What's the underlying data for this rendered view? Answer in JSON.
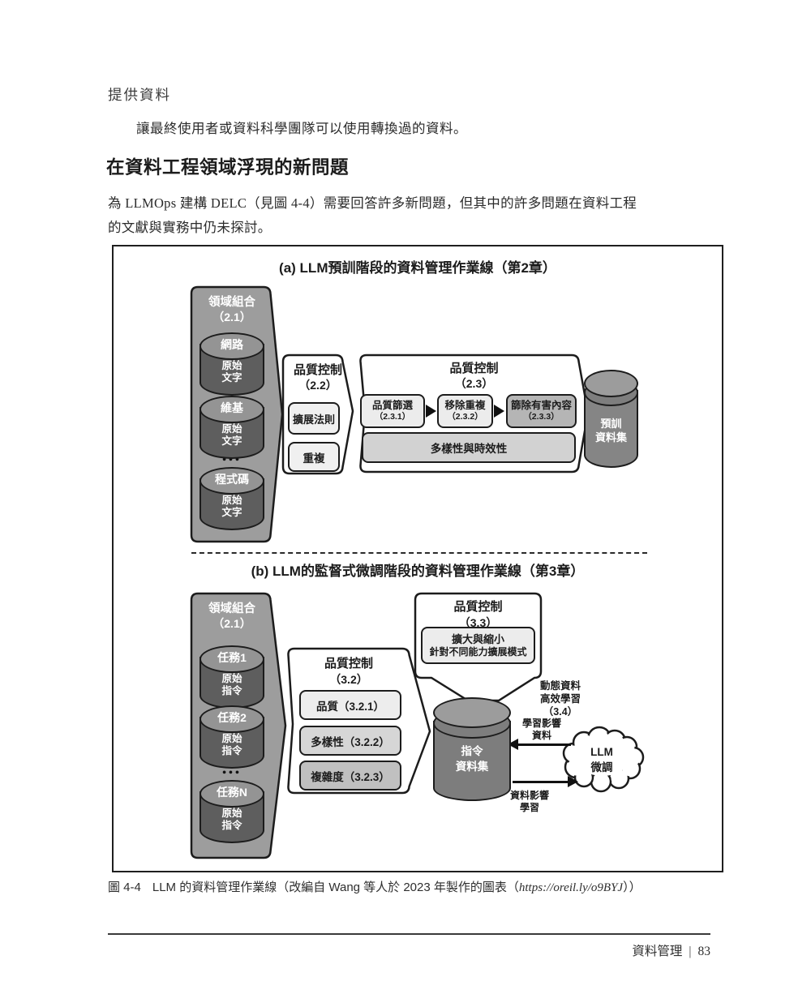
{
  "page": {
    "intro_term": "提供資料",
    "intro_definition": "讓最終使用者或資料科學團隊可以使用轉換過的資料。",
    "section_heading": "在資料工程領域浮現的新問題",
    "paragraph_line1": "為 LLMOps 建構 DELC（見圖 4-4）需要回答許多新問題，但其中的許多問題在資料工程",
    "paragraph_line2": "的文獻與實務中仍未探討。",
    "caption_prefix": "圖 4-4",
    "caption_text": "LLM 的資料管理作業線（改編自 Wang 等人於 2023 年製作的圖表（",
    "caption_url": "https://oreil.ly/o9BYJ",
    "caption_suffix": "））",
    "footer_section": "資料管理",
    "footer_separator": "|",
    "footer_page": "83"
  },
  "figure": {
    "part_a": {
      "title": "(a) LLM預訓階段的資料管理作業線（第2章）",
      "domain_group": {
        "label": "領域組合",
        "number": "（2.1）",
        "ellipsis": "•••",
        "cylinders": [
          {
            "name": "網路",
            "body_line1": "原始",
            "body_line2": "文字"
          },
          {
            "name": "維基",
            "body_line1": "原始",
            "body_line2": "文字"
          },
          {
            "name": "程式碼",
            "body_line1": "原始",
            "body_line2": "文字"
          }
        ]
      },
      "qc22": {
        "title": "品質控制",
        "number": "（2.2）",
        "item1": "擴展法則",
        "item2": "重複"
      },
      "qc23": {
        "title": "品質控制",
        "number": "（2.3）",
        "step1_label": "品質篩選",
        "step1_number": "（2.3.1）",
        "step2_label": "移除重複",
        "step2_number": "（2.3.2）",
        "step3_label": "篩除有害內容",
        "step3_number": "（2.3.3）",
        "bar": "多樣性與時效性"
      },
      "output_db": {
        "line1": "預訓",
        "line2": "資料集"
      }
    },
    "part_b": {
      "title": "(b) LLM的監督式微調階段的資料管理作業線（第3章）",
      "domain_group": {
        "label": "領域組合",
        "number": "（2.1）",
        "ellipsis": "•••",
        "cylinders": [
          {
            "name": "任務1",
            "body_line1": "原始",
            "body_line2": "指令"
          },
          {
            "name": "任務2",
            "body_line1": "原始",
            "body_line2": "指令"
          },
          {
            "name": "任務N",
            "body_line1": "原始",
            "body_line2": "指令"
          }
        ]
      },
      "qc32": {
        "title": "品質控制",
        "number": "（3.2）",
        "item1": "品質（3.2.1）",
        "item2": "多樣性（3.2.2）",
        "item3": "複雜度（3.2.3）"
      },
      "qc33": {
        "title": "品質控制",
        "number": "（3.3）",
        "box_line1": "擴大與縮小",
        "box_line2": "針對不同能力擴展模式"
      },
      "db": {
        "line1": "指令",
        "line2": "資料集"
      },
      "cloud": {
        "line1": "LLM",
        "line2": "微調"
      },
      "annotations": {
        "dyn1": "動態資料",
        "dyn2": "高效學習",
        "dyn3": "（3.4）",
        "learn1": "學習影響",
        "learn2": "資料",
        "data1": "資料影響",
        "data2": "學習"
      }
    },
    "colors": {
      "ink": "#1c1c1c",
      "container_gray": "#9d9d9d",
      "cylinder_top": "#949494",
      "cylinder_body": "#5e5e5e",
      "big_cylinder_top": "#9c9c9c",
      "big_cylinder_body": "#858585",
      "box_light": "#ececec",
      "box_lighter": "#f0f0f0",
      "box_mid": "#d6d6d6",
      "box_dark": "#b5b5b5",
      "box_darker": "#c0c0c0",
      "bar_gray": "#d2d2d2"
    }
  }
}
